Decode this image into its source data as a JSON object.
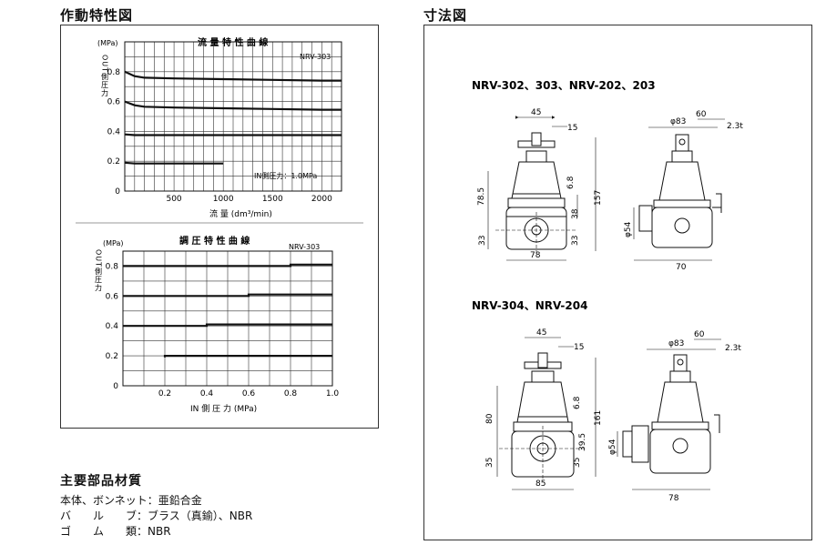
{
  "left_heading": "作動特性図",
  "right_heading": "寸法図",
  "chart_flow": {
    "title": "流 量 特 性 曲 線",
    "model": "NRV-303",
    "yunit": "(MPa)",
    "ylabel": "OUT側圧力",
    "xlabel": "流 量 (dm³/min)",
    "annotation": "IN側圧力：1.0MPa",
    "xticks": [
      "500",
      "1000",
      "1500",
      "2000"
    ],
    "yticks": [
      "0",
      "0.2",
      "0.4",
      "0.6",
      "0.8"
    ]
  },
  "chart_pressure": {
    "title": "調 圧 特 性 曲 線",
    "model": "NRV-303",
    "yunit": "(MPa)",
    "ylabel": "OUT側圧力",
    "xlabel": "IN 側 圧 力 (MPa)",
    "xticks": [
      "0.2",
      "0.4",
      "0.6",
      "0.8",
      "1.0"
    ],
    "yticks": [
      "0",
      "0.2",
      "0.4",
      "0.6",
      "0.8"
    ]
  },
  "chart_data": [
    {
      "type": "line",
      "title": "流 量 特 性 曲 線",
      "xlabel": "流 量 (dm³/min)",
      "ylabel": "OUT側圧力",
      "xlim": [
        0,
        2200
      ],
      "ylim": [
        0,
        1.0
      ],
      "grid": true,
      "series": [
        {
          "x": [
            0,
            100,
            200,
            500,
            1000,
            1500,
            2000,
            2200
          ],
          "y": [
            0.8,
            0.77,
            0.76,
            0.755,
            0.75,
            0.745,
            0.74,
            0.74
          ]
        },
        {
          "x": [
            0,
            100,
            200,
            500,
            1000,
            1500,
            2000,
            2200
          ],
          "y": [
            0.6,
            0.575,
            0.565,
            0.56,
            0.555,
            0.55,
            0.545,
            0.545
          ]
        },
        {
          "x": [
            0,
            100,
            200,
            500,
            1000,
            1500,
            2000,
            2200
          ],
          "y": [
            0.38,
            0.375,
            0.375,
            0.375,
            0.375,
            0.375,
            0.375,
            0.375
          ]
        },
        {
          "x": [
            0,
            100,
            200,
            500,
            1000
          ],
          "y": [
            0.19,
            0.185,
            0.185,
            0.185,
            0.185
          ]
        }
      ]
    },
    {
      "type": "line",
      "title": "調 圧 特 性 曲 線",
      "xlabel": "IN 側 圧 力 (MPa)",
      "ylabel": "OUT側圧力",
      "xlim": [
        0,
        1.0
      ],
      "ylim": [
        0,
        0.9
      ],
      "grid": true,
      "series": [
        {
          "x": [
            0.0,
            0.8,
            0.8,
            1.0
          ],
          "y": [
            0.8,
            0.8,
            0.81,
            0.81
          ]
        },
        {
          "x": [
            0.0,
            0.6,
            0.6,
            1.0
          ],
          "y": [
            0.6,
            0.6,
            0.61,
            0.61
          ]
        },
        {
          "x": [
            0.0,
            0.4,
            0.4,
            1.0
          ],
          "y": [
            0.4,
            0.4,
            0.41,
            0.41
          ]
        },
        {
          "x": [
            0.2,
            0.2,
            1.0
          ],
          "y": [
            0.19,
            0.2,
            0.2
          ]
        }
      ]
    }
  ],
  "drawing_top": {
    "title": "NRV-302、303、NRV-202、203",
    "dims": {
      "d45": "45",
      "d15": "15",
      "d60": "60",
      "d23": "2.3t",
      "phi83": "φ83",
      "d785": "78.5",
      "d33a": "33",
      "d68": "6.8",
      "d38": "38",
      "d33b": "33",
      "d157": "157",
      "phi54": "φ54",
      "d78": "78",
      "d70": "70"
    }
  },
  "drawing_bottom": {
    "title": "NRV-304、NRV-204",
    "dims": {
      "d45": "45",
      "d15": "15",
      "d60": "60",
      "d23": "2.3t",
      "phi83": "φ83",
      "d80": "80",
      "d68": "6.8",
      "d395": "39.5",
      "d35a": "35",
      "d35b": "35",
      "d161": "161",
      "phi54": "φ54",
      "d85": "85",
      "d78": "78"
    }
  },
  "materials": {
    "heading": "主要部品材質",
    "rows": [
      {
        "label": "本体、ボンネット",
        "value": "：亜鉛合金"
      },
      {
        "label": "バ　　ル　　ブ",
        "value": "：ブラス（真鍮）、NBR"
      },
      {
        "label": "ゴ　　ム　　類",
        "value": "：NBR"
      }
    ]
  }
}
